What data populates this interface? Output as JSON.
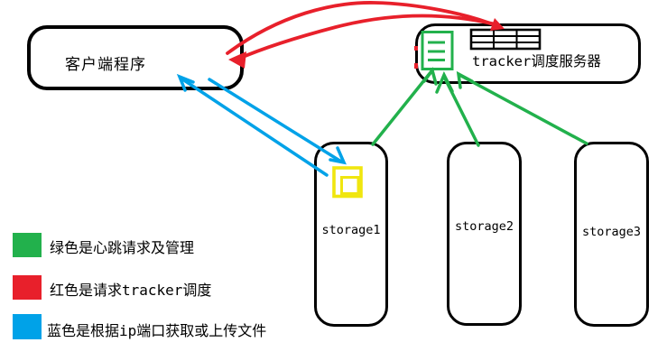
{
  "colors": {
    "green": "#22B14C",
    "red": "#E8202B",
    "blue": "#00A2E8",
    "yellow": "#F0E60F",
    "black": "#000000"
  },
  "nodes": {
    "client": {
      "label": "客户端程序"
    },
    "tracker": {
      "label": "tracker调度服务器"
    },
    "storage1": {
      "label": "storage1"
    },
    "storage2": {
      "label": "storage2"
    },
    "storage3": {
      "label": "storage3"
    }
  },
  "icons": {
    "tracker_list": "list-icon",
    "tracker_table": "table-grid-icon",
    "storage1_window": "window-icon"
  },
  "edges": [
    {
      "from": "客户端程序",
      "to": "tracker调度服务器",
      "color": "red",
      "style": "curved",
      "bidirectional": true
    },
    {
      "from": "storage1",
      "to": "tracker调度服务器",
      "color": "green",
      "style": "straight"
    },
    {
      "from": "storage2",
      "to": "tracker调度服务器",
      "color": "green",
      "style": "straight"
    },
    {
      "from": "storage3",
      "to": "tracker调度服务器",
      "color": "green",
      "style": "straight"
    },
    {
      "from": "客户端程序",
      "to": "storage1",
      "color": "blue",
      "style": "straight",
      "bidirectional": true
    }
  ],
  "legend": {
    "items": [
      {
        "color": "#22B14C",
        "label": "绿色是心跳请求及管理"
      },
      {
        "color": "#E8202B",
        "label": "红色是请求tracker调度"
      },
      {
        "color": "#00A2E8",
        "label": "蓝色是根据ip端口获取或上传文件"
      }
    ]
  }
}
